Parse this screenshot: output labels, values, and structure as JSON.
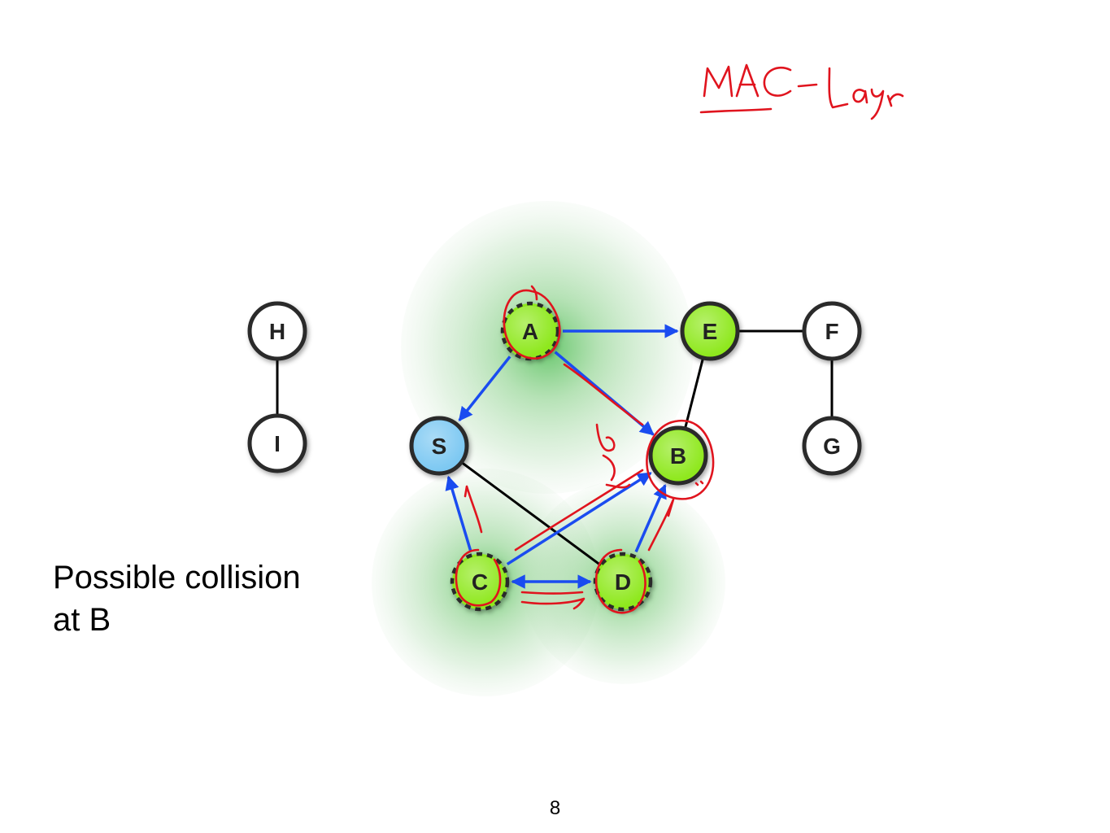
{
  "annotation": {
    "handwritten_title": "MAC-Layer"
  },
  "caption": {
    "line1": "Possible collision",
    "line2": "at B"
  },
  "page_number": "8",
  "colors": {
    "active_node": "#8ee81a",
    "source_node": "#7cc8f2",
    "idle_node": "#ffffff",
    "node_border": "#2b2b2b",
    "arrow": "#1a4cf0",
    "edge": "#000000",
    "ink": "#e0141e",
    "range": "#3cb043"
  },
  "nodes": [
    {
      "id": "A",
      "label": "A",
      "kind": "active",
      "dashed": true
    },
    {
      "id": "E",
      "label": "E",
      "kind": "active",
      "dashed": false
    },
    {
      "id": "F",
      "label": "F",
      "kind": "idle",
      "dashed": false
    },
    {
      "id": "H",
      "label": "H",
      "kind": "idle",
      "dashed": false
    },
    {
      "id": "I",
      "label": "I",
      "kind": "idle",
      "dashed": false
    },
    {
      "id": "S",
      "label": "S",
      "kind": "source",
      "dashed": false
    },
    {
      "id": "B",
      "label": "B",
      "kind": "active",
      "dashed": false
    },
    {
      "id": "G",
      "label": "G",
      "kind": "idle",
      "dashed": false
    },
    {
      "id": "C",
      "label": "C",
      "kind": "active",
      "dashed": true
    },
    {
      "id": "D",
      "label": "D",
      "kind": "active",
      "dashed": true
    }
  ],
  "links": [
    {
      "from": "H",
      "to": "I",
      "type": "edge"
    },
    {
      "from": "E",
      "to": "F",
      "type": "edge"
    },
    {
      "from": "F",
      "to": "G",
      "type": "edge"
    },
    {
      "from": "E",
      "to": "B",
      "type": "edge"
    },
    {
      "from": "S",
      "to": "D",
      "type": "edge"
    },
    {
      "from": "A",
      "to": "E",
      "type": "arrow"
    },
    {
      "from": "A",
      "to": "S",
      "type": "arrow"
    },
    {
      "from": "A",
      "to": "B",
      "type": "arrow"
    },
    {
      "from": "C",
      "to": "S",
      "type": "arrow"
    },
    {
      "from": "C",
      "to": "B",
      "type": "arrow"
    },
    {
      "from": "D",
      "to": "B",
      "type": "arrow"
    },
    {
      "from": "C",
      "to": "D",
      "type": "double-arrow"
    }
  ]
}
